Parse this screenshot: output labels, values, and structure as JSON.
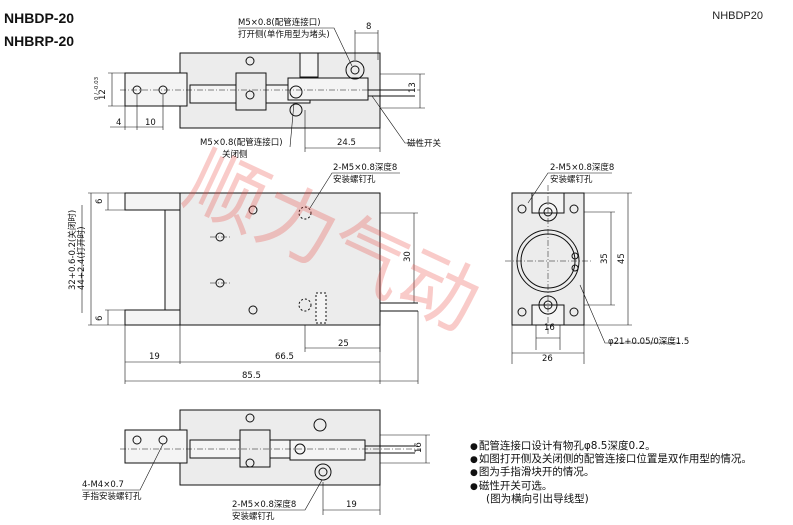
{
  "models": [
    "NHBDP-20",
    "NHBRP-20"
  ],
  "top_right_tag": "NHBDP20",
  "watermark": "顺力气动",
  "colors": {
    "watermark": "#e8453c",
    "line": "#111111",
    "body_fill": "#ececec"
  },
  "top_view": {
    "port_open_label_1": "M5×0.8(配管连接口)",
    "port_open_label_2": "打开侧(单作用型为堵头)",
    "port_close_label_1": "M5×0.8(配管连接口)",
    "port_close_label_2": "关闭侧",
    "dim_8": "8",
    "dim_13": "13",
    "dim_4": "4",
    "dim_10": "10",
    "dim_24_5": "24.5",
    "dim_12": "12",
    "dim_12_tol": "0 / -0.03",
    "switch_label": "磁性开关"
  },
  "front_view": {
    "tap_label_1": "2-M5×0.8深度8",
    "tap_label_2": "安装螺钉孔",
    "dim_6_top": "6",
    "dim_6_bottom": "6",
    "dim_open": "44+2.4(打开时)",
    "dim_close": "32+0.6-0.2(关闭时)",
    "dim_30": "30",
    "dim_25": "25",
    "dim_19": "19",
    "dim_66_5": "66.5",
    "dim_85_5": "85.5"
  },
  "side_view": {
    "tap_label_1": "2-M5×0.8深度8",
    "tap_label_2": "安装螺钉孔",
    "dim_35": "35",
    "dim_45": "45",
    "dim_16": "16",
    "dim_26": "26",
    "bore_label": "φ21+0.05/0深度1.5"
  },
  "bottom_view": {
    "jaw_tap_label_1": "4-M4×0.7",
    "jaw_tap_label_2": "手指安装螺钉孔",
    "tap_label_1": "2-M5×0.8深度8",
    "tap_label_2": "安装螺钉孔",
    "dim_16": "16",
    "dim_19": "19"
  },
  "notes": [
    "配管连接口设计有物孔φ8.5深度0.2。",
    "如图打开侧及关闭侧的配管连接口位置是双作用型的情况。",
    "图为手指滑块开的情况。",
    "磁性开关可选。",
    "(图为横向引出导线型)"
  ]
}
